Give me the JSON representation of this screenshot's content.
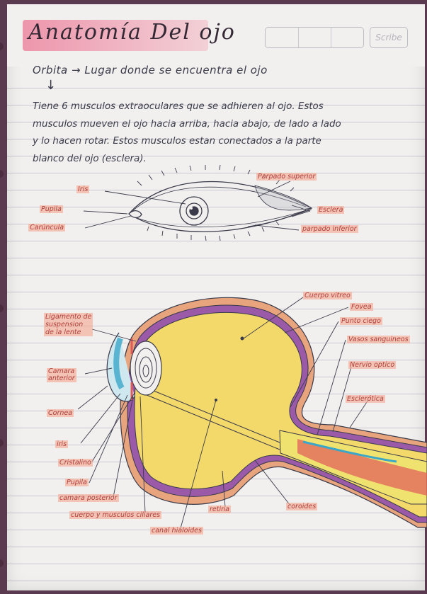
{
  "header": {
    "title": "Anatomía Del ojo",
    "brand": "Scribe"
  },
  "intro": {
    "line": "Orbita → Lugar donde se encuentra el ojo",
    "arrow": "↓",
    "paragraph": [
      "Tiene 6 musculos extraoculares que se adhieren al ojo. Estos",
      "musculos mueven el ojo hacia arriba, hacia abajo, de lado a lado",
      "y lo hacen rotar. Estos musculos estan conectados a la parte",
      "blanco del ojo (esclera)."
    ]
  },
  "external_eye": {
    "labels": {
      "iris": "Iris",
      "pupila": "Pupila",
      "caruncula": "Carúncula",
      "parpado_superior": "Parpado superior",
      "esclera": "Esclera",
      "parpado_inferior": "parpado inferior"
    }
  },
  "cross_section": {
    "labels": {
      "cuerpo_vitreo": "Cuerpo vitreo",
      "fovea": "Fovea",
      "punto_ciego": "Punto ciego",
      "vasos": "Vasos sanguineos",
      "nervio": "Nervio optico",
      "esclerotica": "Esclerótica",
      "ligamento_1": "Ligamento de",
      "ligamento_2": "suspension",
      "ligamento_3": "de la lente",
      "camara_1": "Camara",
      "camara_2": "anterior",
      "cornea": "Cornea",
      "iris": "iris",
      "cristalino": "Cristalino",
      "pupila": "Pupila",
      "camara_posterior": "camara posterior",
      "cuerpo_musculos": "cuerpo y musculos ciliares",
      "retina": "retina",
      "coroides": "coroides",
      "canal_hialoideo": "canal hialoides"
    }
  },
  "colors": {
    "paper": "#f1f0ee",
    "rule": "#c9c9cf",
    "ink": "#3a3a4a",
    "highlight_pink": "#ec7896",
    "vitreous_yellow": "#f3d96a",
    "sclera_orange": "#e8a47c",
    "choroid_purple": "#9a5aa8",
    "lens_blue": "#3aa6c8",
    "optic_red": "#e05a5a"
  }
}
